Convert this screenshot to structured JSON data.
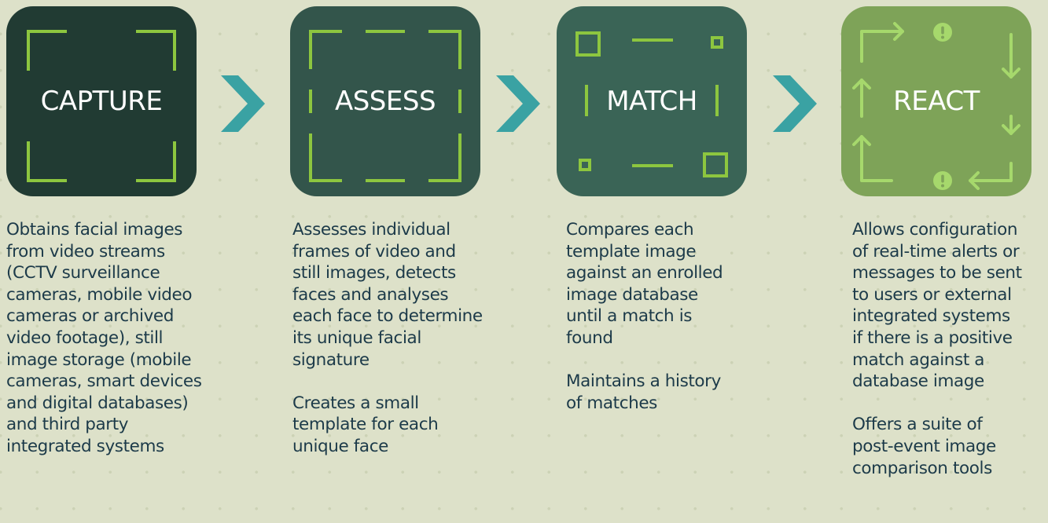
{
  "colors": {
    "background": "#dde1c9",
    "frame_accent": "#8dc63f",
    "arrow": "#3aa2a3",
    "text": "#1c3a49",
    "capture_tile": "#213b33",
    "assess_tile": "#33554b",
    "match_tile": "#3a6456",
    "react_tile": "#7ea358"
  },
  "steps": [
    {
      "title": "CAPTURE",
      "paragraphs": [
        "Obtains facial images\nfrom video streams\n(CCTV surveillance\ncameras, mobile video\ncameras or archived\nvideo footage), still\nimage storage (mobile\ncameras, smart devices\nand digital databases)\nand third party\nintegrated systems"
      ]
    },
    {
      "title": "ASSESS",
      "paragraphs": [
        "Assesses individual\nframes of video and\nstill images, detects\nfaces and analyses\neach face to determine\nits unique facial\nsignature",
        "Creates a small\ntemplate for each\nunique face"
      ]
    },
    {
      "title": "MATCH",
      "paragraphs": [
        "Compares each\ntemplate image\nagainst an enrolled\nimage database\nuntil a match is\nfound",
        "Maintains a history\nof matches"
      ]
    },
    {
      "title": "REACT",
      "paragraphs": [
        "Allows configuration\nof real-time alerts or\nmessages to be sent\nto users or external\nintegrated systems\nif there is a positive\nmatch against a\ndatabase image",
        "Offers a suite of\npost-event image\ncomparison tools"
      ]
    }
  ],
  "icons": {
    "step_arrow": "chevron-right-icon",
    "alert": "exclamation-circle-icon",
    "capture_frame": "corner-brackets-icon",
    "assess_frame": "dashed-frame-icon",
    "match_frame": "square-markers-frame-icon",
    "react_frame": "cycle-arrows-frame-icon"
  }
}
